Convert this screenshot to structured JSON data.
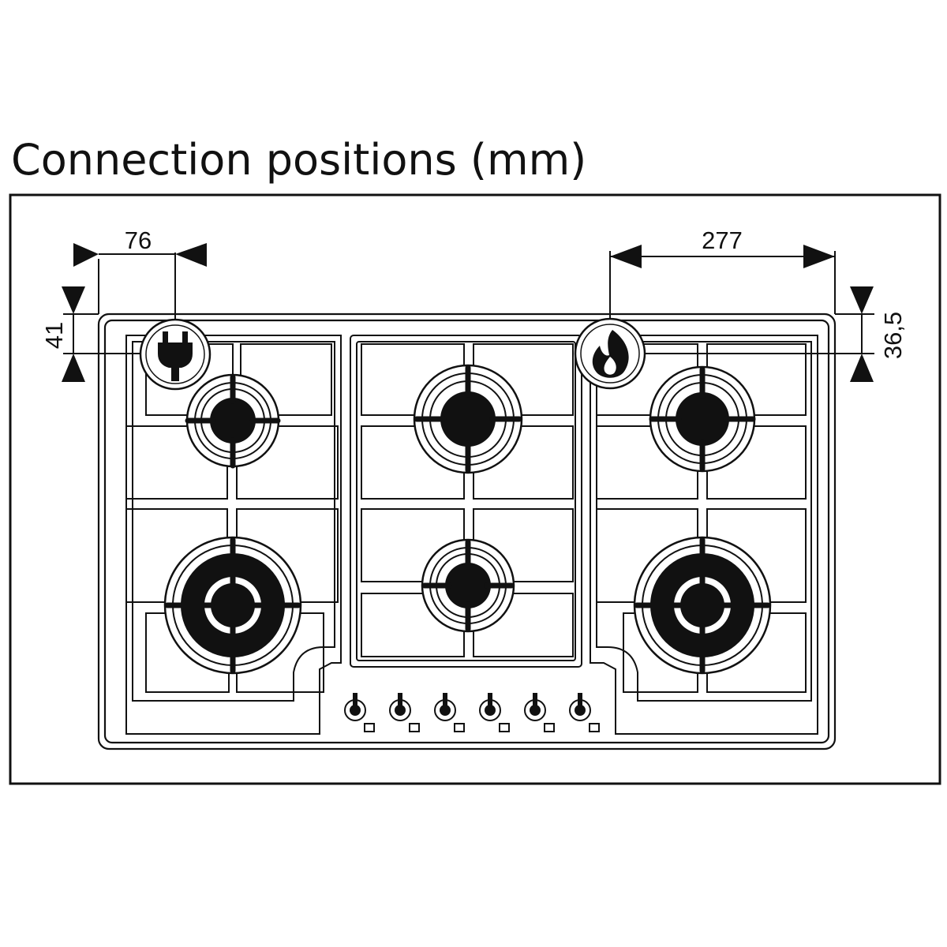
{
  "title": "Connection positions (mm)",
  "dimensions": {
    "electric_horizontal": "76",
    "electric_vertical": "41",
    "gas_horizontal": "277",
    "gas_vertical": "36,5"
  },
  "icons": {
    "electric_connection": "plug-icon",
    "gas_connection": "flame-icon"
  },
  "hob": {
    "burners": [
      {
        "name": "rear-left",
        "size": "medium"
      },
      {
        "name": "rear-center",
        "size": "medium"
      },
      {
        "name": "rear-right",
        "size": "medium"
      },
      {
        "name": "front-left",
        "size": "large"
      },
      {
        "name": "front-center",
        "size": "small"
      },
      {
        "name": "front-right",
        "size": "large"
      }
    ],
    "knob_count": 6
  },
  "colors": {
    "ink": "#111111",
    "background": "#ffffff"
  }
}
